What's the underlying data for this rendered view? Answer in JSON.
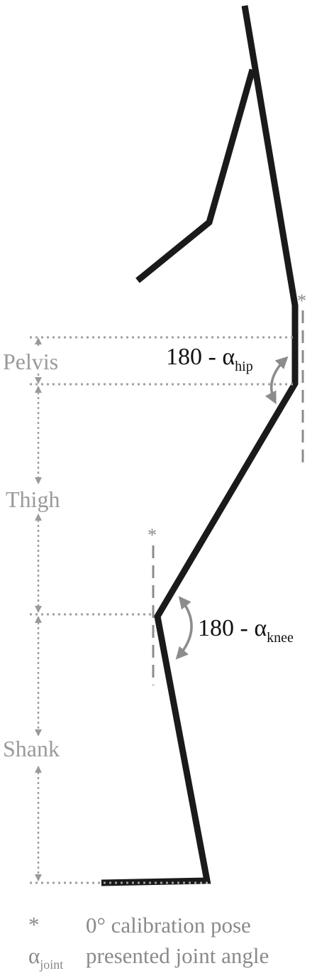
{
  "segments": {
    "pelvis": "Pelvis",
    "thigh": "Thigh",
    "shank": "Shank"
  },
  "angles": {
    "hip": {
      "prefix": "180 - α",
      "subscript": "hip"
    },
    "knee": {
      "prefix": "180 - α",
      "subscript": "knee"
    }
  },
  "calibration_marker": "*",
  "legend": {
    "item1": {
      "symbol": "*",
      "text": "0° calibration pose"
    },
    "item2": {
      "symbol": "α",
      "subscript": "joint",
      "text": "presented joint angle"
    }
  },
  "colors": {
    "skeleton": "#1a1a1a",
    "annotation": "#8c8c8c",
    "dotted": "#a0a0a0"
  }
}
